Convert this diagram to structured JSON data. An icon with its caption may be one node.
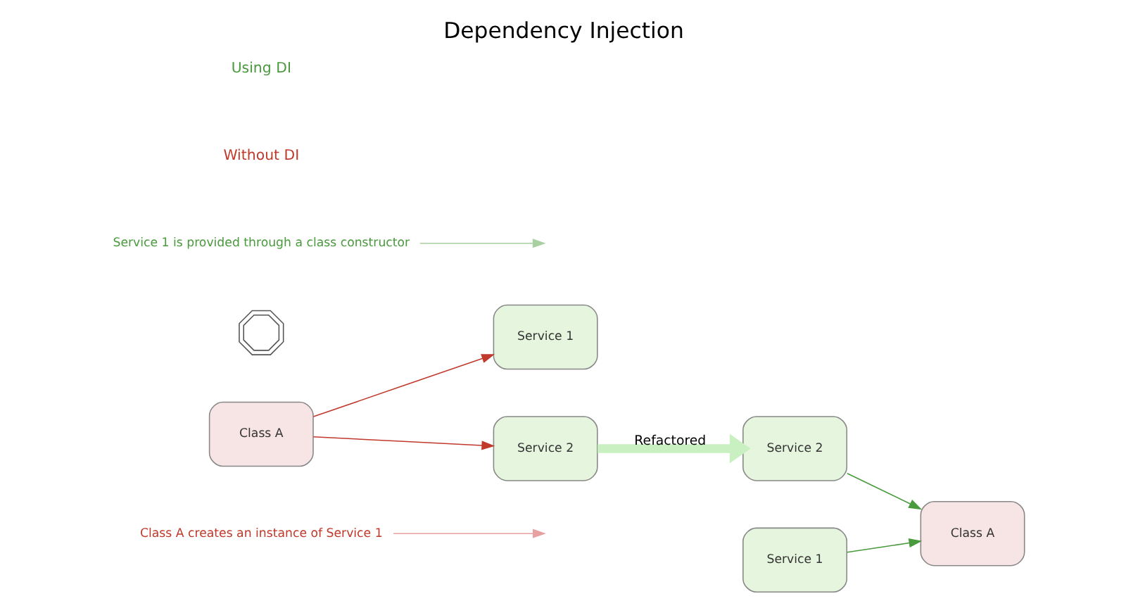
{
  "diagram": {
    "title": "Dependency Injection",
    "nodes": [
      {
        "text": [
          "Class A creates an instance of Service 1"
        ]
      },
      {
        "text": [
          "Class A"
        ]
      },
      {
        "text": [
          "Service 1"
        ]
      },
      {
        "text": [
          "Service 2"
        ]
      },
      {
        "text": [],
        "shape": "gear"
      },
      {
        "text": [
          "Service 1 is provided through a class constructor"
        ]
      },
      {
        "text": [
          "Service 1"
        ]
      },
      {
        "text": [
          "Service 2"
        ]
      },
      {
        "text": [
          "Class A"
        ]
      }
    ],
    "edges": [
      {
        "from": 0,
        "to": null,
        "arrow": "to",
        "color": "#e8a0a0"
      },
      {
        "from": 1,
        "to": 2,
        "arrow": "to",
        "color": "#c0392b"
      },
      {
        "from": 1,
        "to": 3,
        "arrow": "to",
        "color": "#c0392b"
      },
      {
        "from": 3,
        "to": 7,
        "arrow": "to",
        "label": "Refactored",
        "style": "thick",
        "color": "#c8f0c0"
      },
      {
        "from": 5,
        "to": null,
        "arrow": "to",
        "color": "#a8d0a0"
      },
      {
        "from": 6,
        "to": 8,
        "arrow": "to",
        "color": "#4a9a3e"
      },
      {
        "from": 7,
        "to": 8,
        "arrow": "to",
        "color": "#4a9a3e"
      }
    ],
    "labels": [
      "Without DI",
      "Using DI"
    ]
  }
}
